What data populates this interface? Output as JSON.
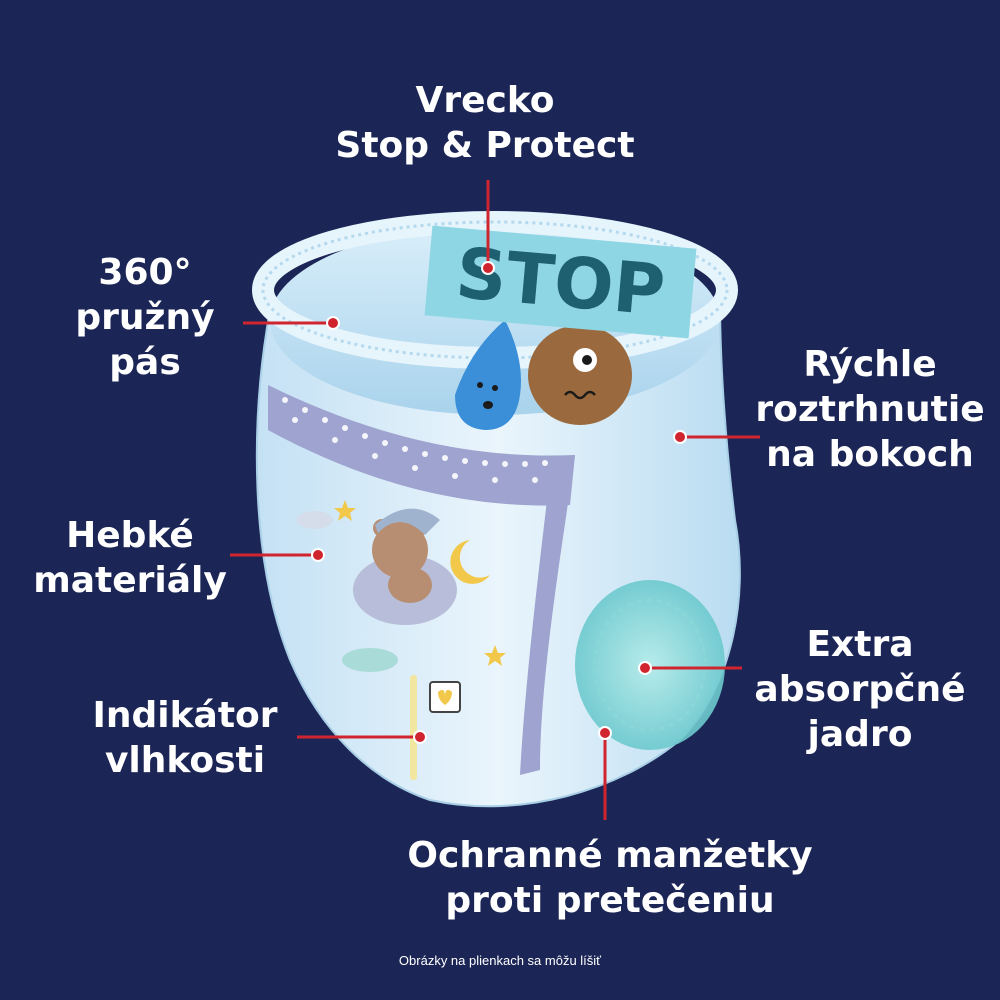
{
  "labels": {
    "pocket": [
      "Vrecko",
      "Stop & Protect"
    ],
    "waistband": [
      "360°",
      "pružný",
      "pás"
    ],
    "quick_tear": [
      "Rýchle",
      "roztrhnutie",
      "na bokoch"
    ],
    "soft": [
      "Hebké",
      "materiály"
    ],
    "absorbent": [
      "Extra",
      "absorpčné",
      "jadro"
    ],
    "wetness": [
      "Indikátor",
      "vlhkosti"
    ],
    "cuffs": [
      "Ochranné manžetky",
      "proti pretečeniu"
    ]
  },
  "pocket_sign": "STOP",
  "footnote": "Obrázky na plienkach sa môžu líšiť",
  "colors": {
    "background": "#1c2656",
    "text": "#ffffff",
    "callout": "#d0252f",
    "diaper_body": "#cfe6f7",
    "stop_sign": "#8fd6e4",
    "stop_text": "#1f6070",
    "waistband_stars": "#8b8fc4"
  }
}
